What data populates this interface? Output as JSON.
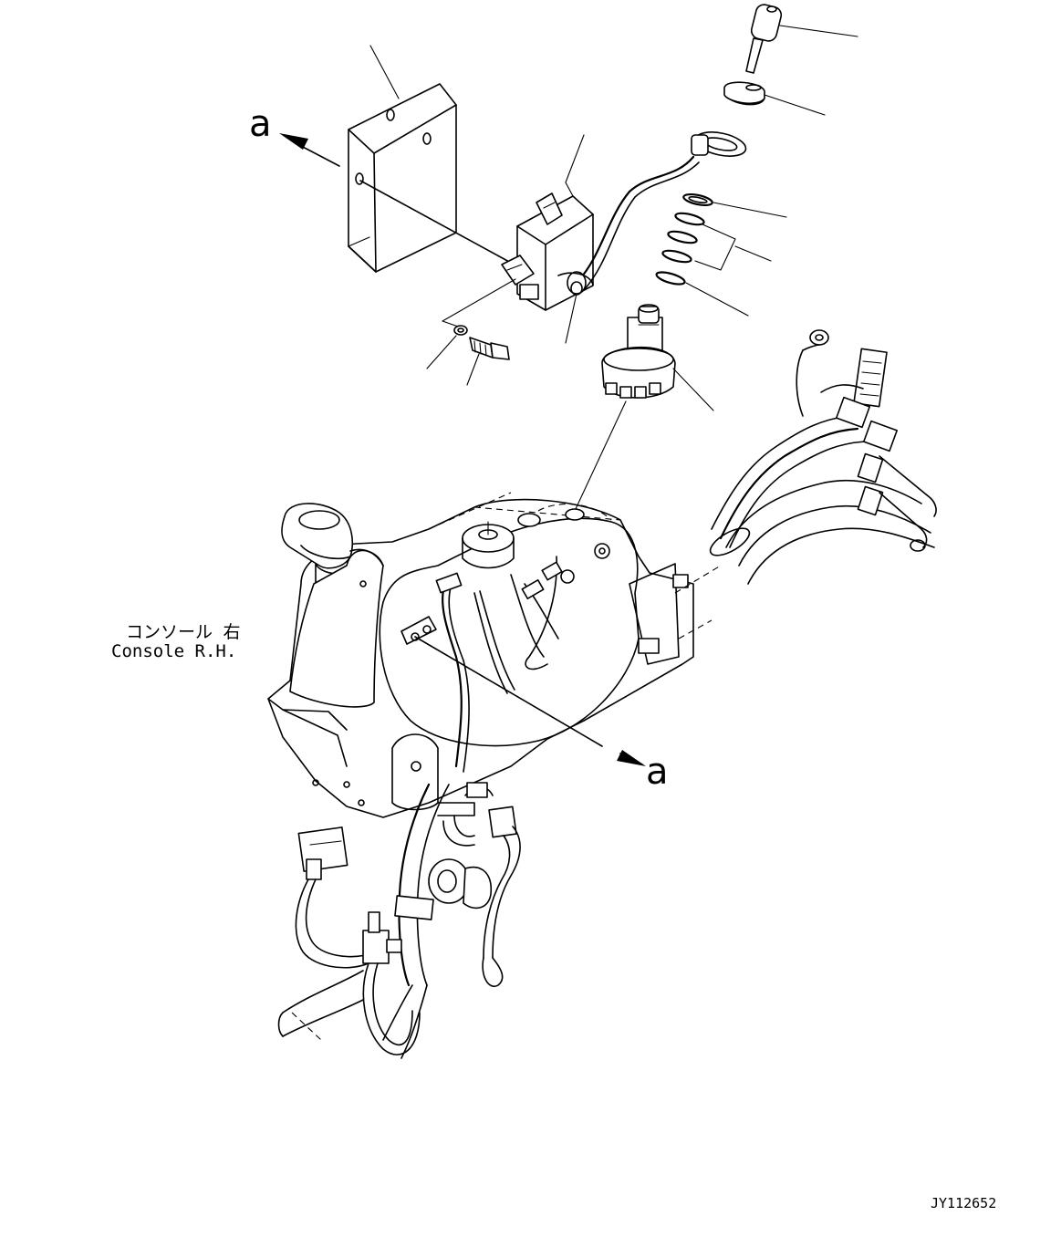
{
  "view_marker": "a",
  "console_label_jp": "コンソール 右",
  "console_label_en": "Console R.H.",
  "drawing_number": "JY112652"
}
